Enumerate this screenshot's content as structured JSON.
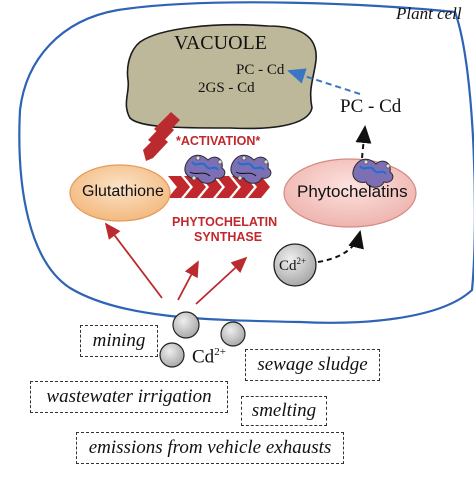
{
  "diagram": {
    "cell_label": "Plant cell",
    "vacuole": {
      "title": "VACUOLE",
      "complexes": [
        "PC - Cd",
        "2GS - Cd"
      ]
    },
    "pc_cd_label": "PC - Cd",
    "activation_label": "*ACTIVATION*",
    "enzyme_label_line1": "PHYTOCHELATIN",
    "enzyme_label_line2": "SYNTHASE",
    "glutathione_label": "Glutathione",
    "phytochelatins_label": "Phytochelatins",
    "cd_ion_inside": {
      "base": "Cd",
      "charge": "2+"
    },
    "cd_ion_outside": {
      "base": "Cd",
      "charge": "2+"
    },
    "sources": [
      "mining",
      "sewage sludge",
      "wastewater irrigation",
      "smelting",
      "emissions from vehicle exhausts"
    ]
  },
  "colors": {
    "cell_outline": "#2e63b5",
    "vacuole_fill": "#beb89b",
    "glutathione_fill": "#f6c694",
    "phytochelatins_fill": "#f2c7c3",
    "arrow_red": "#b92b2e",
    "dashed_arrow_blue": "#3a76c4",
    "cd_circle_fill": "#bdbdbd"
  }
}
